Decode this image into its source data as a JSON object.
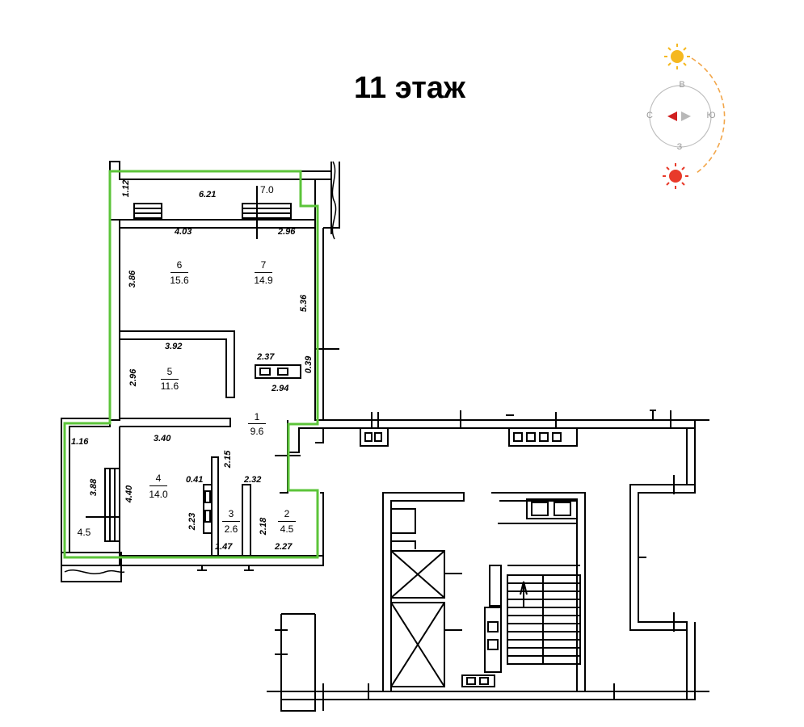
{
  "title": "11 этаж",
  "compass": {
    "north": "В",
    "west": "С",
    "east": "Ю",
    "south": "З",
    "sun_color": "#f5b820",
    "sunset_color": "#e83a2a",
    "arrow_color": "#d02020",
    "arc_color": "#f2a64a"
  },
  "highlight_color": "#5cc43a",
  "rooms": [
    {
      "number": "1",
      "area": "9.6"
    },
    {
      "number": "2",
      "area": "4.5"
    },
    {
      "number": "3",
      "area": "2.6"
    },
    {
      "number": "4",
      "area": "14.0"
    },
    {
      "number": "5",
      "area": "11.6"
    },
    {
      "number": "6",
      "area": "15.6"
    },
    {
      "number": "7",
      "area": "14.9"
    }
  ],
  "balcony_area": "4.5",
  "top_area": "7.0",
  "dimensions": {
    "d_621": "6.21",
    "d_112": "1.12",
    "d_403": "4.03",
    "d_296_top": "2.96",
    "d_386": "3.86",
    "d_536": "5.36",
    "d_392": "3.92",
    "d_237": "2.37",
    "d_039": "0.39",
    "d_296_left": "2.96",
    "d_294": "2.94",
    "d_340": "3.40",
    "d_116": "1.16",
    "d_388": "3.88",
    "d_440": "4.40",
    "d_041": "0.41",
    "d_215": "2.15",
    "d_232": "2.32",
    "d_223": "2.23",
    "d_218": "2.18",
    "d_147": "1.47",
    "d_227": "2.27"
  }
}
